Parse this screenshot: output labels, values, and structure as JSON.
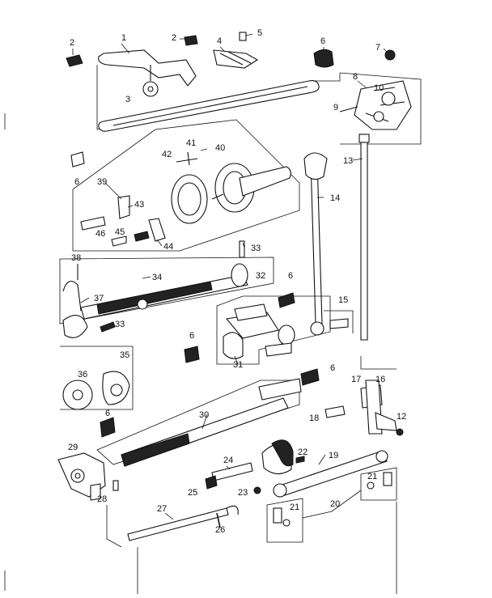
{
  "diagram": {
    "callouts": [
      {
        "id": "c1",
        "text": "1"
      },
      {
        "id": "c2a",
        "text": "2"
      },
      {
        "id": "c2b",
        "text": "2"
      },
      {
        "id": "c3",
        "text": "3"
      },
      {
        "id": "c4",
        "text": "4"
      },
      {
        "id": "c5",
        "text": "5"
      },
      {
        "id": "c6a",
        "text": "6"
      },
      {
        "id": "c6b",
        "text": "6"
      },
      {
        "id": "c6c",
        "text": "6"
      },
      {
        "id": "c6d",
        "text": "6"
      },
      {
        "id": "c6e",
        "text": "6"
      },
      {
        "id": "c6f",
        "text": "6"
      },
      {
        "id": "c7",
        "text": "7"
      },
      {
        "id": "c8",
        "text": "8"
      },
      {
        "id": "c9",
        "text": "9"
      },
      {
        "id": "c10",
        "text": "10"
      },
      {
        "id": "c12",
        "text": "12"
      },
      {
        "id": "c13",
        "text": "13"
      },
      {
        "id": "c14",
        "text": "14"
      },
      {
        "id": "c15",
        "text": "15"
      },
      {
        "id": "c16",
        "text": "16"
      },
      {
        "id": "c17",
        "text": "17"
      },
      {
        "id": "c18",
        "text": "18"
      },
      {
        "id": "c19",
        "text": "19"
      },
      {
        "id": "c20",
        "text": "20"
      },
      {
        "id": "c21a",
        "text": "21"
      },
      {
        "id": "c21b",
        "text": "21"
      },
      {
        "id": "c22",
        "text": "22"
      },
      {
        "id": "c23",
        "text": "23"
      },
      {
        "id": "c24",
        "text": "24"
      },
      {
        "id": "c25",
        "text": "25"
      },
      {
        "id": "c26",
        "text": "26"
      },
      {
        "id": "c27",
        "text": "27"
      },
      {
        "id": "c28",
        "text": "28"
      },
      {
        "id": "c29",
        "text": "29"
      },
      {
        "id": "c30",
        "text": "30"
      },
      {
        "id": "c31",
        "text": "31"
      },
      {
        "id": "c32",
        "text": "32"
      },
      {
        "id": "c33a",
        "text": "33"
      },
      {
        "id": "c33b",
        "text": "33"
      },
      {
        "id": "c34",
        "text": "34"
      },
      {
        "id": "c35",
        "text": "35"
      },
      {
        "id": "c36",
        "text": "36"
      },
      {
        "id": "c37",
        "text": "37"
      },
      {
        "id": "c38",
        "text": "38"
      },
      {
        "id": "c39",
        "text": "39"
      },
      {
        "id": "c40",
        "text": "40"
      },
      {
        "id": "c41",
        "text": "41"
      },
      {
        "id": "c42",
        "text": "42"
      },
      {
        "id": "c43",
        "text": "43"
      },
      {
        "id": "c44",
        "text": "44"
      },
      {
        "id": "c45",
        "text": "45"
      },
      {
        "id": "c46",
        "text": "46"
      }
    ]
  }
}
